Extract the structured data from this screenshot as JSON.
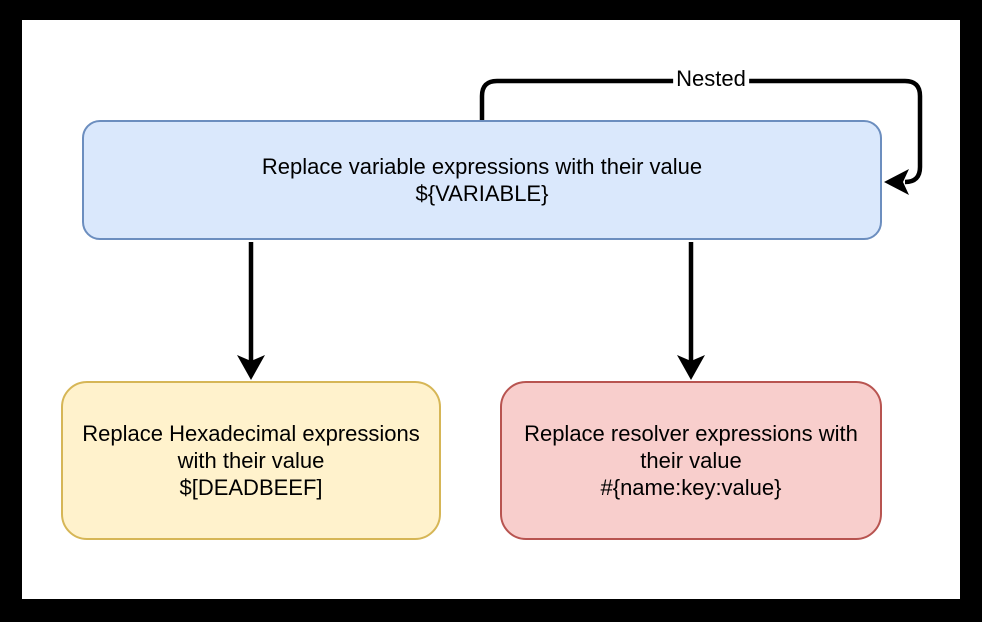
{
  "diagram": {
    "title": "",
    "canvas": {
      "background": "#ffffff",
      "frame": "#000000"
    },
    "nodes": {
      "variable": {
        "lines": [
          "Replace variable expressions with their value",
          "${VARIABLE}"
        ],
        "fill": "#dae8fc",
        "border": "#6c8ebf"
      },
      "hexadecimal": {
        "lines": [
          "Replace Hexadecimal expressions",
          "with their value",
          "$[DEADBEEF]"
        ],
        "fill": "#fff2cc",
        "border": "#d6b656"
      },
      "resolver": {
        "lines": [
          "Replace resolver expressions with",
          "their value",
          "#{name:key:value}"
        ],
        "fill": "#f8cecc",
        "border": "#b85450"
      }
    },
    "edges": {
      "nested_loop": {
        "label": "Nested",
        "from": "variable",
        "to": "variable",
        "color": "#000000"
      },
      "variable_to_hexadecimal": {
        "from": "variable",
        "to": "hexadecimal",
        "color": "#000000"
      },
      "variable_to_resolver": {
        "from": "variable",
        "to": "resolver",
        "color": "#000000"
      }
    }
  }
}
